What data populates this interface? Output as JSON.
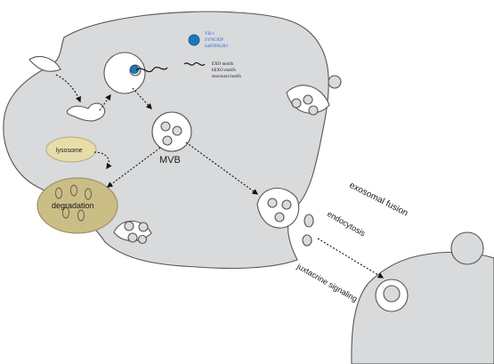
{
  "diagram": {
    "colors": {
      "cell_fill": "#d8dadc",
      "outline": "#555555",
      "white": "#ffffff",
      "protein_blue": "#1f78b4",
      "protein_label_blue": "#2f6fd0",
      "lysosome_fill": "#e7ddaa",
      "degradation_fill": "#cbbd86",
      "text_dark": "#1a1a1a"
    },
    "labels": {
      "protein_labels": [
        "YB-1",
        "SYNCRIP",
        "hnRNPA2B1"
      ],
      "motif_labels": [
        "EXO motifs",
        "hEXO motifs",
        "structural motifs"
      ],
      "lysosome": "lysosome",
      "degradation": "degradation",
      "mvb": "MVB",
      "exosomal_fusion": "exosomal fusion",
      "endocytosis": "endocytosis",
      "juxtacrine": "juxtacrine signaling"
    }
  }
}
